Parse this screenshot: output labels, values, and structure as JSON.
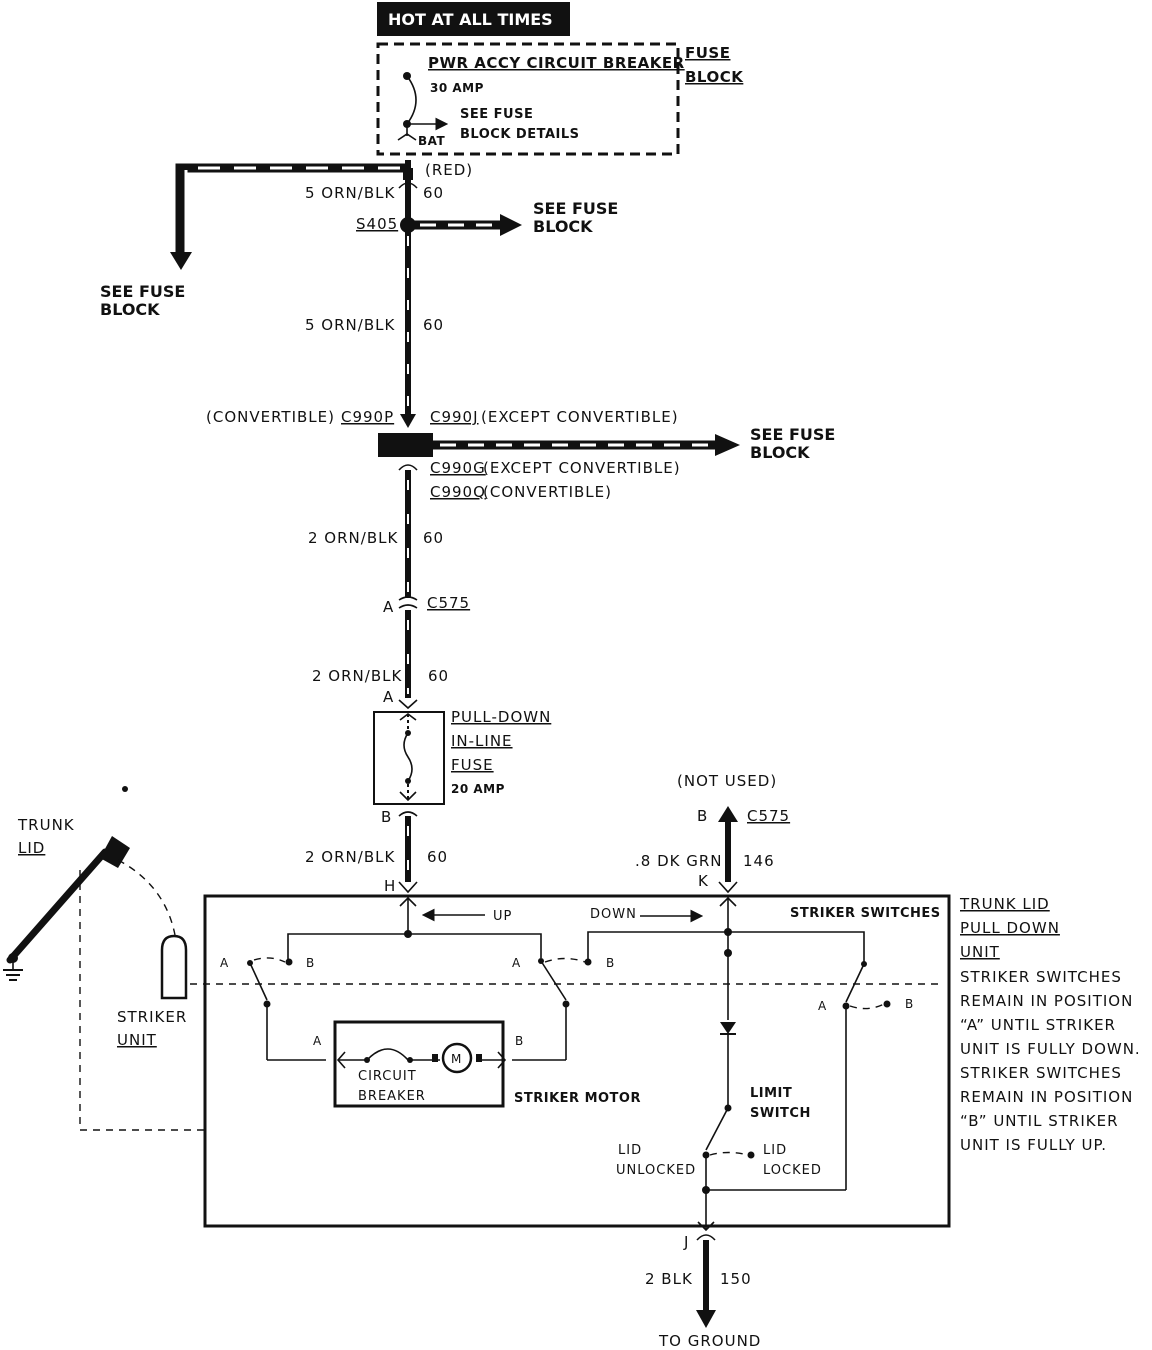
{
  "header": {
    "hot_label": "HOT AT ALL TIMES"
  },
  "fuse_block": {
    "label_line1": "FUSE",
    "label_line2": "BLOCK",
    "breaker_title": "PWR ACCY CIRCUIT BREAKER",
    "breaker_rating": "30 AMP",
    "see_details_1": "SEE FUSE",
    "see_details_2": "BLOCK DETAILS",
    "bat": "BAT",
    "red": "(RED)"
  },
  "circuits": {
    "wire_5_1": "5 ORN/BLK",
    "num_60_1": "60",
    "splice": "S405",
    "wire_5_2": "5 ORN/BLK",
    "num_60_2": "60",
    "wire_2_1": "2 ORN/BLK",
    "num_60_3": "60",
    "wire_2_2": "2 ORN/BLK",
    "num_60_4": "60",
    "wire_2_3": "2 ORN/BLK",
    "num_60_5": "60",
    "wire_dk_grn": ".8 DK GRN",
    "num_146": "146",
    "wire_blk": "2 BLK",
    "num_150": "150"
  },
  "refs": {
    "see_fuse_block_1a": "SEE FUSE",
    "see_fuse_block_1b": "BLOCK",
    "see_fuse_block_2a": "SEE FUSE",
    "see_fuse_block_2b": "BLOCK",
    "see_fuse_block_3a": "SEE FUSE",
    "see_fuse_block_3b": "BLOCK"
  },
  "connectors": {
    "convertible": "(CONVERTIBLE)",
    "c990p": "C990P",
    "c990j": "C990J",
    "except_conv_1": "(EXCEPT CONVERTIBLE)",
    "c990g": "C990G",
    "except_conv_2": "(EXCEPT CONVERTIBLE)",
    "c990q": "C990Q",
    "convertible_2": "(CONVERTIBLE)",
    "a1": "A",
    "c575_1": "C575",
    "a2": "A",
    "b1": "B",
    "b2": "B",
    "c575_2": "C575",
    "h": "H",
    "k": "K",
    "j": "J",
    "not_used": "(NOT USED)"
  },
  "inline_fuse": {
    "line1": "PULL-DOWN",
    "line2": "IN-LINE",
    "line3": "FUSE",
    "rating": "20 AMP"
  },
  "unit": {
    "title1": "TRUNK LID",
    "title2": "PULL DOWN",
    "title3": "UNIT",
    "note": [
      "STRIKER SWITCHES",
      "REMAIN IN POSITION",
      "“A” UNTIL STRIKER",
      "UNIT IS FULLY DOWN.",
      "STRIKER SWITCHES",
      "REMAIN IN POSITION",
      "“B” UNTIL STRIKER",
      "UNIT IS FULLY UP."
    ],
    "up": "UP",
    "down": "DOWN",
    "striker_switches": "STRIKER SWITCHES",
    "sw_a1": "A",
    "sw_b1": "B",
    "sw_a2": "A",
    "sw_b2": "B",
    "sw_a3": "A",
    "sw_b3": "B",
    "motor_a": "A",
    "motor_b": "B",
    "motor_m": "M",
    "circuit": "CIRCUIT",
    "breaker": "BREAKER",
    "striker_motor": "STRIKER MOTOR",
    "limit1": "LIMIT",
    "limit2": "SWITCH",
    "lid_unlocked_1": "LID",
    "lid_unlocked_2": "UNLOCKED",
    "lid_locked_1": "LID",
    "lid_locked_2": "LOCKED"
  },
  "trunk": {
    "trunk1": "TRUNK",
    "trunk2": "LID",
    "striker1": "STRIKER",
    "striker2": "UNIT"
  },
  "ground": {
    "to_ground": "TO GROUND"
  }
}
